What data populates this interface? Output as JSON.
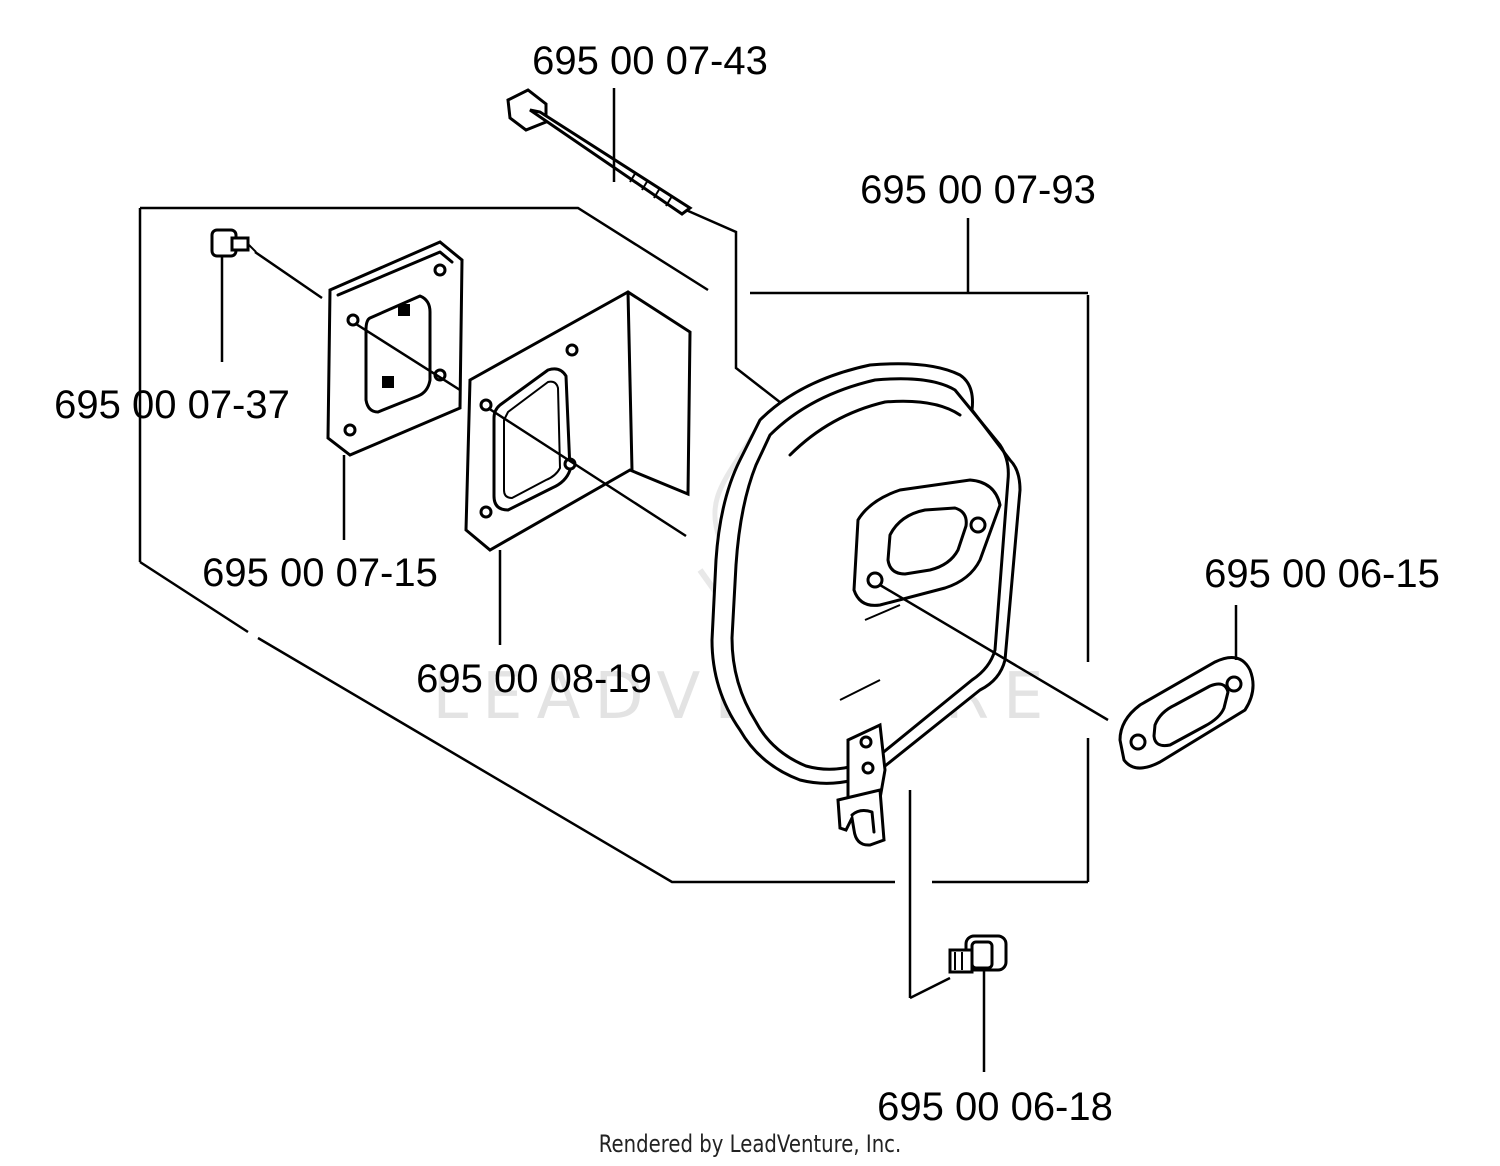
{
  "watermark": "LEADVENTURE",
  "footer": "Rendered by LeadVenture, Inc.",
  "parts": [
    {
      "part_number": "695 00 07-43"
    },
    {
      "part_number": "695 00 07-93"
    },
    {
      "part_number": "695 00 07-37"
    },
    {
      "part_number": "695 00 07-15"
    },
    {
      "part_number": "695 00 06-15"
    },
    {
      "part_number": "695 00 08-19"
    },
    {
      "part_number": "695 00 06-18"
    }
  ]
}
